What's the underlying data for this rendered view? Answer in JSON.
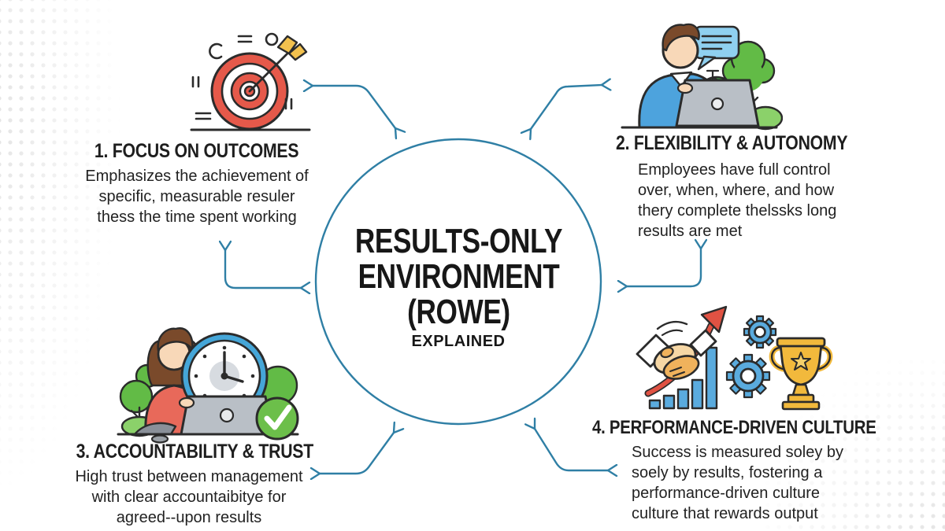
{
  "title": "Results-Only Environment (ROWE) infographic",
  "colors": {
    "accent_teal": "#2f7fa5",
    "outline_dark": "#2b2b2b",
    "target_red": "#e5594a",
    "fletching_yellow": "#f2c14e",
    "sweater_blue": "#4da3dd",
    "bubble_blue": "#8fd0f0",
    "tree_green": "#62bb46",
    "bush_light_green": "#8bd16a",
    "bush_dark_green": "#3f9e3f",
    "laptop_gray": "#b9bfc6",
    "skin": "#f8d8b8",
    "hair_brown": "#7a4a2b",
    "shirt_red": "#e8695a",
    "clock_blue": "#45a6d8",
    "check_green": "#6cbf4a",
    "hand_tan_light": "#f6d7a5",
    "hand_tan": "#f0b25c",
    "growth_red": "#e05243",
    "bar_gear_blue": "#5aabde",
    "trophy_gold": "#f2b93c"
  },
  "center": {
    "title_lines": [
      "RESULTS-ONLY",
      "ENVIRONMENT",
      "(ROWE)"
    ],
    "subtitle": "EXPLAINED"
  },
  "sections": [
    {
      "icon": "target-arrow-icon",
      "title": "1. FOCUS ON OUTCOMES",
      "body_lines": [
        "Emphasizes the achievement of",
        "specific, measurable resuler",
        "thess the time spent working"
      ]
    },
    {
      "icon": "person-laptop-trees-icon",
      "title": "2. FLEXIBILITY & AUTONOMY",
      "body_lines": [
        "Employees have full control",
        "over, when, where, and how",
        "thery complete thelssks long",
        "results are met"
      ]
    },
    {
      "icon": "person-clock-check-icon",
      "title": "3. ACCOUNTABILITY & TRUST",
      "body_lines": [
        "High trust between management",
        "with clear accountaibitye for",
        "agreed--upon results"
      ]
    },
    {
      "icon": "handshake-growth-trophy-icon",
      "title": "4. PERFORMANCE-DRIVEN CULTURE",
      "body_lines": [
        "Success is measured soley by",
        "soely by results, fostering a",
        "performance-driven culture",
        "culture that rewards output"
      ]
    }
  ]
}
